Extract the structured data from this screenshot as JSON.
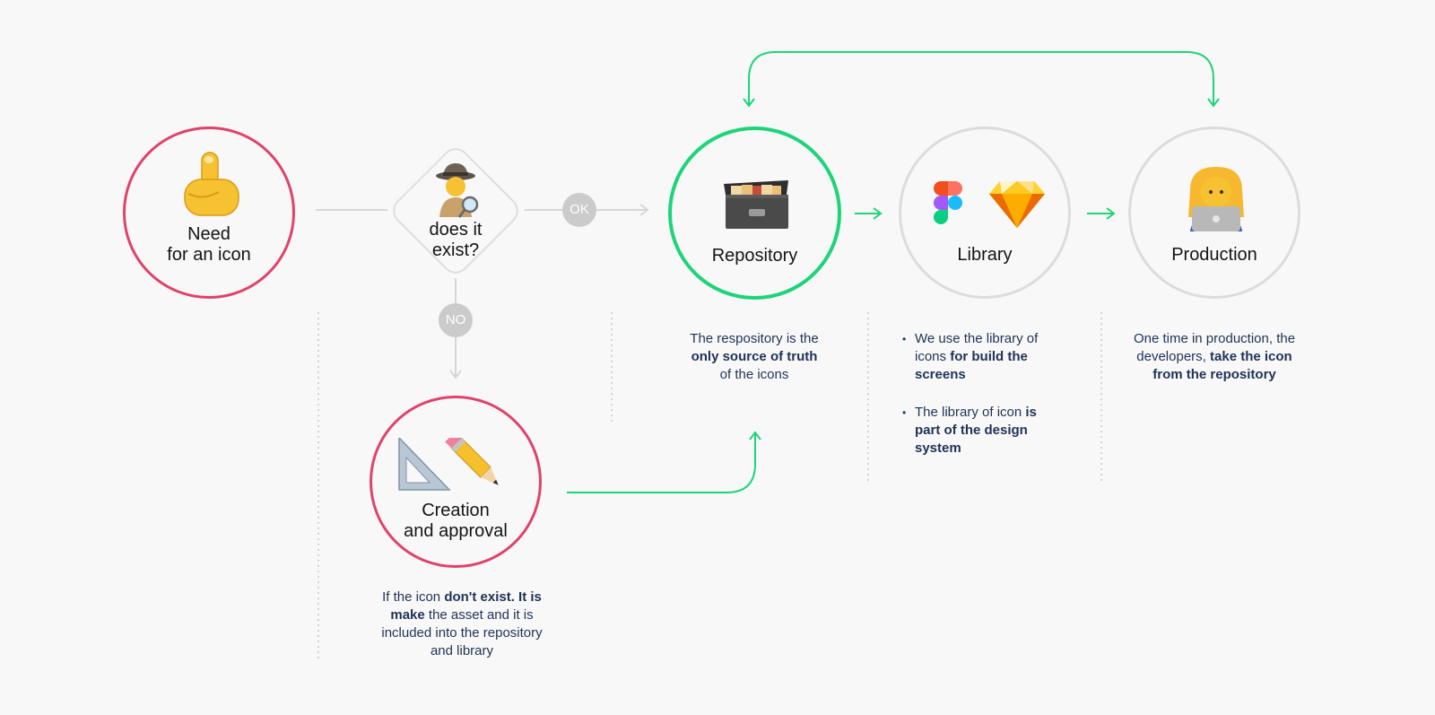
{
  "nodes": {
    "need": {
      "line1": "Need",
      "line2": "for an icon"
    },
    "decision": {
      "line1": "does it",
      "line2": "exist?"
    },
    "badges": {
      "ok": "OK",
      "no": "NO"
    },
    "creation": {
      "line1": "Creation",
      "line2": "and approval"
    },
    "repository": {
      "label": "Repository"
    },
    "library": {
      "label": "Library"
    },
    "production": {
      "label": "Production"
    }
  },
  "descriptions": {
    "repository": {
      "t1": "The respository is the",
      "b1": "only source of truth",
      "t2": "of the icons"
    },
    "library": {
      "bullet1": {
        "t1": "We use the library of icons",
        "b1": "for build the screens"
      },
      "bullet2": {
        "t1": "The library of icon",
        "b1": "is part of the design system"
      }
    },
    "production": {
      "t1": "One time in production, the developers,",
      "b1": "take the icon from the repository"
    },
    "creation": {
      "t1": "If the icon",
      "b1": "don't exist. It is make",
      "t2": "the asset and it is included into the repository and library"
    }
  },
  "icons": {
    "need": "pointing-finger-icon",
    "decision": "detective-icon",
    "creation": [
      "set-square-icon",
      "pencil-icon"
    ],
    "repository": "card-file-box-icon",
    "library": [
      "figma-icon",
      "sketch-icon"
    ],
    "production": "developer-laptop-icon"
  },
  "colors": {
    "red": "#e0426b",
    "green": "#1ed47a",
    "grey": "#dcdcdc",
    "text_dark": "#141414",
    "text_navy": "#1f3355",
    "badge": "#cbcbcb"
  }
}
